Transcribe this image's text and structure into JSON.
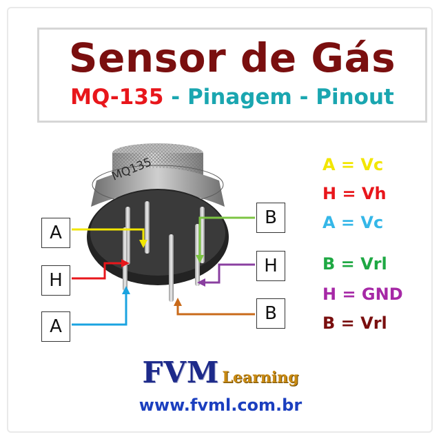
{
  "header": {
    "title": "Sensor de Gás",
    "subtitle_model": "MQ-135",
    "subtitle_rest": " - Pinagem - Pinout"
  },
  "sensor": {
    "body_label": "MQ135"
  },
  "pins": [
    {
      "label": "A",
      "arrow_color": "#f2e600"
    },
    {
      "label": "H",
      "arrow_color": "#e8161b"
    },
    {
      "label": "A",
      "arrow_color": "#1aa3e0"
    },
    {
      "label": "B",
      "arrow_color": "#7cc443"
    },
    {
      "label": "H",
      "arrow_color": "#8a3fa0"
    },
    {
      "label": "B",
      "arrow_color": "#c96a1a"
    }
  ],
  "legend": [
    {
      "text": "A = Vc",
      "color": "#f2e600"
    },
    {
      "text": "H = Vh",
      "color": "#e8161b"
    },
    {
      "text": "A = Vc",
      "color": "#35b7e8"
    },
    {
      "text": "B = Vrl",
      "color": "#1ea843"
    },
    {
      "text": "H = GND",
      "color": "#a628a6"
    },
    {
      "text": "B = Vrl",
      "color": "#7a0f0f"
    }
  ],
  "logo": {
    "brand": "FVM",
    "suffix": "Learning",
    "url": "www.fvml.com.br"
  }
}
